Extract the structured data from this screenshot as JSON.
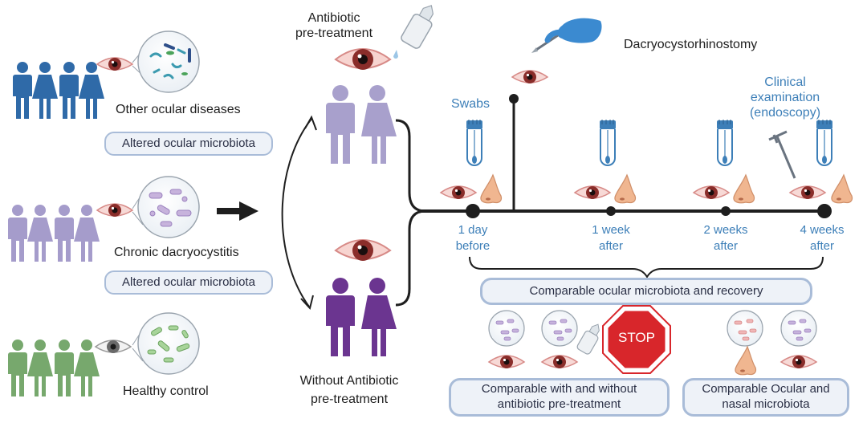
{
  "groups": [
    {
      "label": "Other ocular diseases",
      "badge": "Altered ocular microbiota",
      "color": "#2f6aa8"
    },
    {
      "label": "Chronic dacryocystitis",
      "badge": "Altered ocular microbiota",
      "color": "#a59ccb"
    },
    {
      "label": "Healthy control",
      "badge": "",
      "color": "#77a86d"
    }
  ],
  "treatment": {
    "with_label_line1": "Antibiotic",
    "with_label_line2": "pre-treatment",
    "with_color": "#a8a0cc",
    "without_label_line1": "Without Antibiotic",
    "without_label_line2": "pre-treatment",
    "without_color": "#6b3590"
  },
  "procedure": {
    "surgery": "Dacryocystorhinostomy",
    "swabs": "Swabs",
    "clinical_line1": "Clinical",
    "clinical_line2": "examination",
    "clinical_line3": "(endoscopy)"
  },
  "timeline": [
    {
      "line1": "1 day",
      "line2": "before"
    },
    {
      "line1": "1 week",
      "line2": "after"
    },
    {
      "line1": "2 weeks",
      "line2": "after"
    },
    {
      "line1": "4 weeks",
      "line2": "after"
    }
  ],
  "results": {
    "summary": "Comparable ocular microbiota and recovery",
    "left_box": "Comparable with and without antibiotic pre-treatment",
    "stop": "STOP",
    "right_box": "Comparable Ocular and nasal microbiota"
  },
  "colors": {
    "line": "#1e1e1e",
    "accent_blue": "#3d7fb8",
    "badge_border": "#a9bcd8",
    "stop_red": "#d8262b"
  }
}
